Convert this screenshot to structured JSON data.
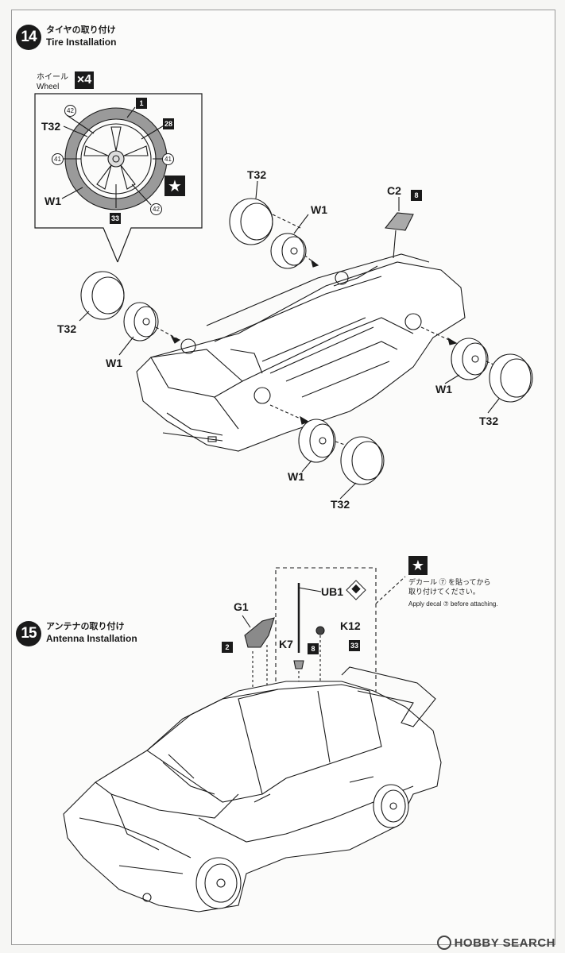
{
  "step14": {
    "number": "14",
    "title_jp": "タイヤの取り付け",
    "title_en": "Tire Installation",
    "wheel_label_jp": "ホイール",
    "wheel_label_en": "Wheel",
    "qty": "×4",
    "inset": {
      "t32": "T32",
      "w1": "W1",
      "part_1": "1",
      "part_28": "28",
      "part_33": "33",
      "c42a": "42",
      "c41a": "41",
      "c41b": "41",
      "c42b": "42"
    },
    "labels": {
      "t32_top": "T32",
      "w1_top": "W1",
      "c2": "C2",
      "c2_part": "8",
      "t32_left": "T32",
      "w1_left": "W1",
      "w1_right": "W1",
      "t32_right": "T32",
      "w1_bottom": "W1",
      "t32_bottom": "T32"
    }
  },
  "step15": {
    "number": "15",
    "title_jp": "アンテナの取り付け",
    "title_en": "Antenna Installation",
    "g1": "G1",
    "g1_part": "2",
    "ub1": "UB1",
    "k7": "K7",
    "k7_part": "8",
    "k12": "K12",
    "k12_part": "33",
    "note_jp_1": "デカール ⑦ を貼ってから",
    "note_jp_2": "取り付けてください。",
    "note_en": "Apply decal ⑦ before attaching."
  },
  "watermark": "HOBBY SEARCH"
}
